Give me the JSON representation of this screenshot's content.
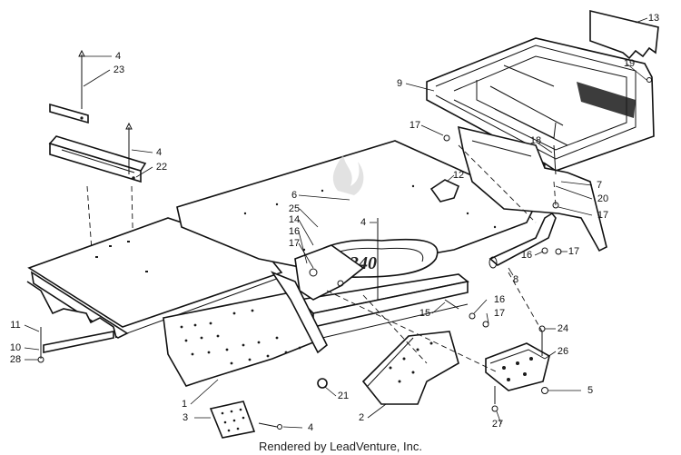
{
  "footer": {
    "text": "Rendered by LeadVenture, Inc."
  },
  "callouts": [
    "4",
    "23",
    "4",
    "22",
    "9",
    "17",
    "13",
    "19",
    "18",
    "7",
    "20",
    "17",
    "12",
    "6",
    "25",
    "14",
    "16",
    "17",
    "4",
    "16",
    "17",
    "8",
    "16",
    "17",
    "15",
    "24",
    "26",
    "5",
    "11",
    "10",
    "28",
    "1",
    "3",
    "4",
    "21",
    "2",
    "27"
  ]
}
